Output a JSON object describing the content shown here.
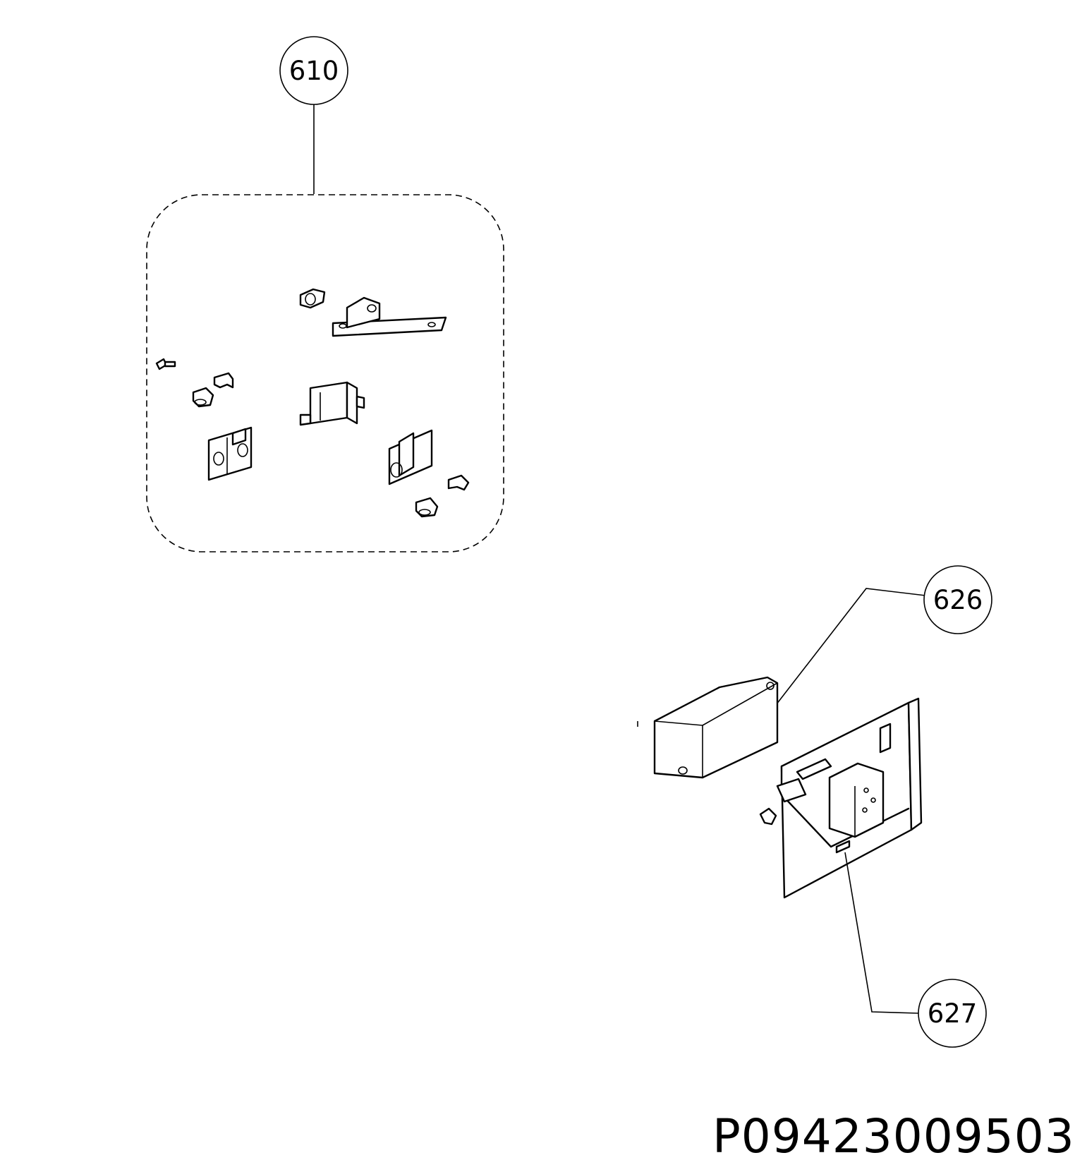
{
  "callouts": [
    {
      "id": "610",
      "label": "610"
    },
    {
      "id": "626",
      "label": "626"
    },
    {
      "id": "627",
      "label": "627"
    }
  ],
  "document": {
    "part_number": "P09423009503"
  }
}
